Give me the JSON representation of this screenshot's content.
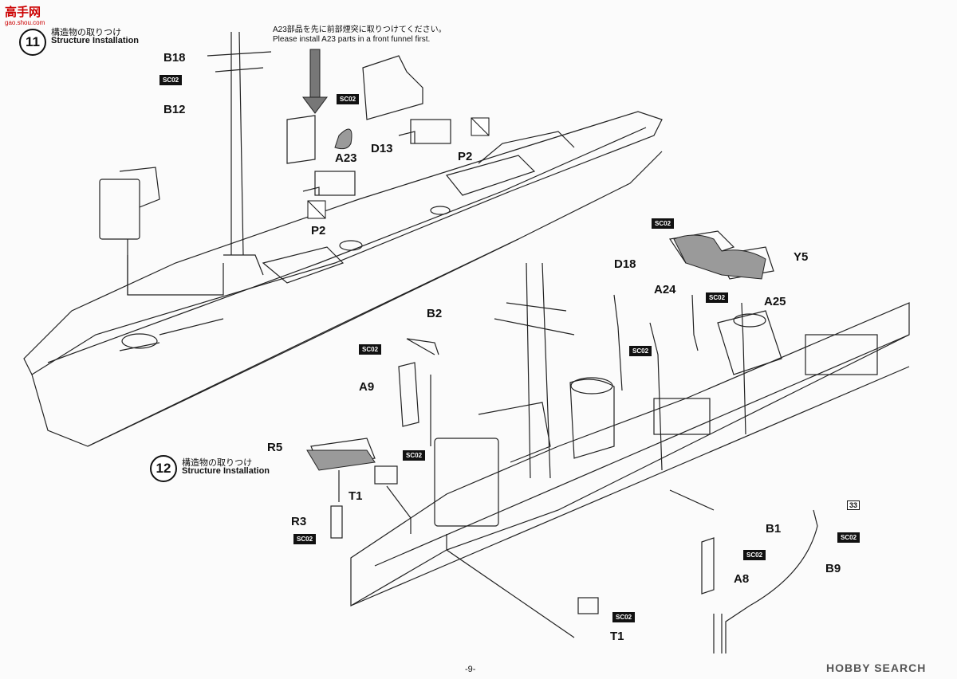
{
  "watermark_top_left": {
    "title": "高手网",
    "sub": "gao.shou.com"
  },
  "step11": {
    "number": "11",
    "title_jp": "構造物の取りつけ",
    "title_en": "Structure Installation"
  },
  "step12": {
    "number": "12",
    "title_jp": "構造物の取りつけ",
    "title_en": "Structure Installation"
  },
  "note": {
    "jp": "A23部品を先に前部煙突に取りつけてください。",
    "en": "Please install A23 parts in a front funnel first."
  },
  "labels_step11": [
    "B18",
    "SC02",
    "B12",
    "SC02",
    "A23",
    "D13",
    "P2",
    "P2"
  ],
  "labels_step12": [
    "D18",
    "A24",
    "SC02",
    "A25",
    "SC02",
    "Y5",
    "B2",
    "SC02",
    "A9",
    "R5",
    "SC02",
    "T1",
    "R3",
    "SC02",
    "SC02",
    "B1",
    "SC02",
    "A8",
    "B9",
    "SC02",
    "T1",
    "SC02",
    "33"
  ],
  "page_number": "-9-",
  "watermark_bottom_right": "HOBBY SEARCH",
  "icons": [
    "no-glue-icon",
    "down-arrow-icon"
  ]
}
